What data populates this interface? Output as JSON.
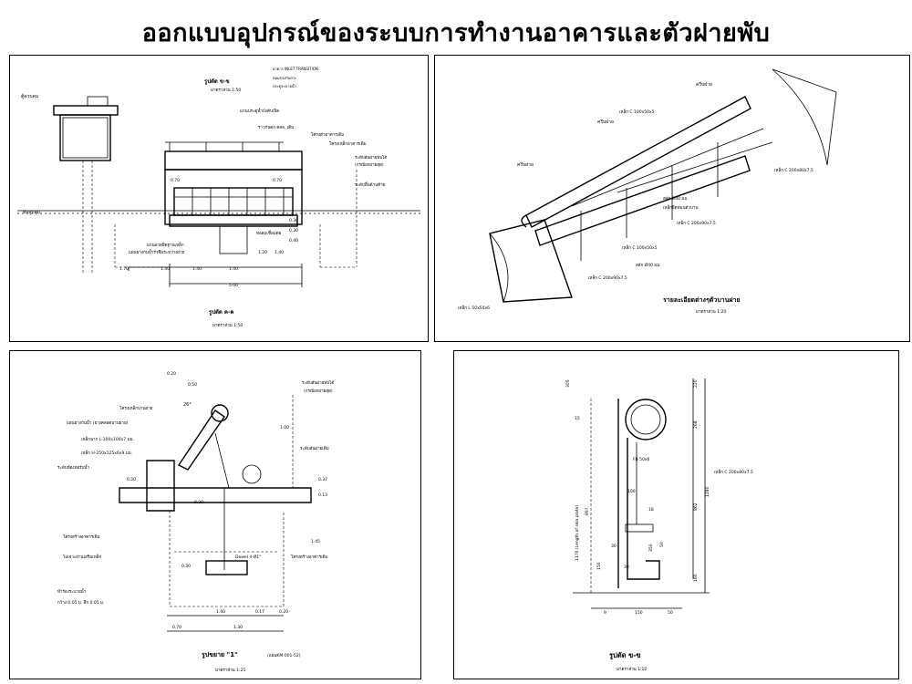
{
  "title": "ออกแบบอุปกรณ์ของระบบการทำงานอาคารและตัวฝายพับ",
  "panel1": {
    "heading_top": "รูปตัด ข-ข",
    "scale_top": "มาตราส่วน 1:50",
    "note1": "อาคาร INLET TRANSITION",
    "note2": "ตอมกรงกันสวะ",
    "note3": "ประตูระบายน้ำ",
    "lbl_house": "ตู้ควบคุม",
    "lbl_pipe": "ท่อสูบลม",
    "lbl_shaft": "แกนประตูน้ำบังคับเปิด",
    "lbl_rail": "ราวกันตก คสล. เดิม",
    "lbl_frame": "โครงตัวอาคารเดิม",
    "lbl_base": "โครงเหล็กอาคารเดิม",
    "lbl_level1": "ระดับสันฝายพับได้",
    "lbl_level1b": "(กรณียกฝายสุด)",
    "lbl_level2": "ระดับพื้นด้านท้าย",
    "lbl_bottom1": "แกนลวดยึดฐานเหล็ก",
    "lbl_bottom2": "แผ่นยางกันน้ำรั่วซึมระหว่างฝาย",
    "lbl_bottom3": "ท่อลมเชื่อมต่อ",
    "dims": [
      "1.70",
      "1.40",
      "1.40",
      "1.40",
      "5.00",
      "0.70",
      "0.70",
      "1.20",
      "1.40",
      "0.30",
      "0.30",
      "0.40"
    ],
    "heading_bottom": "รูปตัด ค-ค",
    "scale_bottom": "มาตราส่วน 1:50"
  },
  "panel2": {
    "lbl_ring1": "ครีบฝาย",
    "lbl_ring2": "ครีบฝาย",
    "lbl_ring3": "ครีบฝาย",
    "lbl_c1": "เหล็ก C 100x50x5",
    "lbl_c2": "เหล็ก C 100x50x5",
    "lbl_c3": "เหล็ก C 200x90x7.5",
    "lbl_c4": "เหล็ก C 200x90x7.5",
    "lbl_c5": "เหล็ก C 200x80x7.5",
    "lbl_bolt1": "สลัก Ø40 มม.",
    "lbl_bolt2": "เหล็กยึดหมุนตัวบาน",
    "lbl_bolt3": "สลัก Ø40 มม.",
    "lbl_angle": "เหล็ก L 50x50x6",
    "caption": "รายละเอียดต่างๆตัวบานฝาย",
    "scale": "มาตราส่วน 1:20"
  },
  "panel3": {
    "lbl_frame_gate": "โครงเหล็กบานฝาย",
    "lbl_rubber": "แผ่นยางกันน้ำ (ยางคลอดบานฝาย)",
    "lbl_angle": "เหล็กฉาก L-100x100x7 มม.",
    "lbl_h": "เหล็ก H-250x125x6x9 มม.",
    "lbl_level_pipe": "ระดับท้องท่อรับน้ำ",
    "lbl_level_top": "ระดับสันฝายพับได้",
    "lbl_level_top_b": "(กรณียกฝายสุด)",
    "lbl_level_crest": "ระดับสันฝายเดิม",
    "lbl_old_struct": "โครงสร้างอาคารเดิม",
    "lbl_drill": "ไม่เจาะผ่านเสริมเหล็ก",
    "lbl_dowel": "Dowel 4-Ø1\"",
    "lbl_old_struct2": "โครงสร้างอาคารเดิม",
    "lbl_slot1": "ทำร่องระบายน้ำ",
    "lbl_slot2": "กว้าง 0.05 ม. ลึก 0.05 ม.",
    "angle": "26°",
    "dims": [
      "0.20",
      "0.50",
      "1.00",
      "0.50",
      "0.37",
      "0.13",
      "0.20",
      "1.45",
      "0.30",
      "1.40",
      "0.17",
      "0.20",
      "0.70",
      "1.30"
    ],
    "caption": "รูปขยาย \"1\"",
    "caption_ref": "(แผ่นKM-001-52)",
    "scale": "มาตราส่วน 1:25"
  },
  "panel4": {
    "lbl_fb": "FB 50x6",
    "lbl_c": "เหล็ก C 200x80x7.5",
    "lbl_len": "1170 (Length of skin plate)",
    "dims_right": [
      "220",
      "268",
      "862",
      "1280",
      "160"
    ],
    "dims_left": [
      "305",
      "15",
      "897"
    ],
    "dims_inner": [
      "100",
      "18",
      "350",
      "50",
      "30",
      "150",
      "30"
    ],
    "dims_bottom": [
      "9",
      "150",
      "50"
    ],
    "caption": "รูปตัด ข-ข",
    "scale": "มาตราส่วน 1:10"
  }
}
